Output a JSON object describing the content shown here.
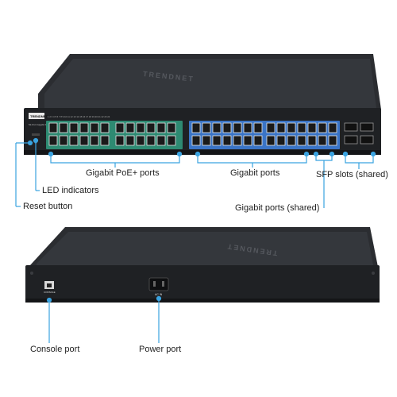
{
  "device": {
    "brand": "TRENDNET",
    "front_model_text": "52-Port Gigabit PoE+ Managed Switch",
    "front_lower_text": "1 2 3 4 5 6 7 8 9 10 11 12 13 14 15 16 17 18 19 20 21 22 23 24",
    "console_label": "CONSOLE",
    "ac_label": "AC IN"
  },
  "callouts": {
    "poe_ports": "Gigabit PoE+ ports",
    "gigabit_ports": "Gigabit ports",
    "sfp_slots": "SFP slots (shared)",
    "led_indicators": "LED indicators",
    "reset_button": "Reset button",
    "gigabit_shared": "Gigabit ports (shared)",
    "console_port": "Console port",
    "power_port": "Power port"
  },
  "colors": {
    "chassis": "#1f2124",
    "chassis_top": "#2b2d31",
    "poe_panel": "#2e8a72",
    "gigabit_panel": "#3a74c6",
    "callout_line": "#3aa3e0"
  }
}
